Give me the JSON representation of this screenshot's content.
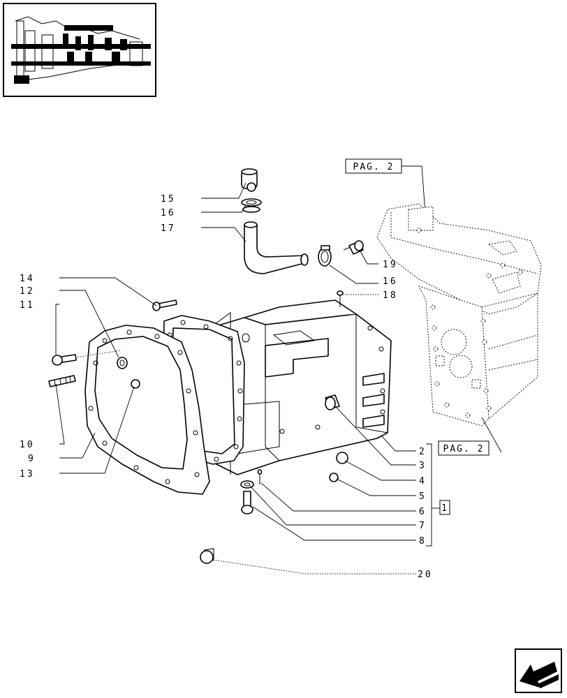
{
  "page_refs": {
    "top": "PAG. 2",
    "right": "PAG. 2"
  },
  "group_ref": "1",
  "callouts": {
    "c2": "2",
    "c3": "3",
    "c4": "4",
    "c5": "5",
    "c6": "6",
    "c7": "7",
    "c8": "8",
    "c9": "9",
    "c10": "10",
    "c11": "11",
    "c12": "12",
    "c13": "13",
    "c14": "14",
    "c15": "15",
    "c16a": "16",
    "c16b": "16",
    "c17": "17",
    "c18": "18",
    "c19": "19",
    "c20": "20"
  },
  "icons": {
    "thumbnail": "transmission-section-thumbnail",
    "nav": "previous-page-arrow-icon"
  }
}
